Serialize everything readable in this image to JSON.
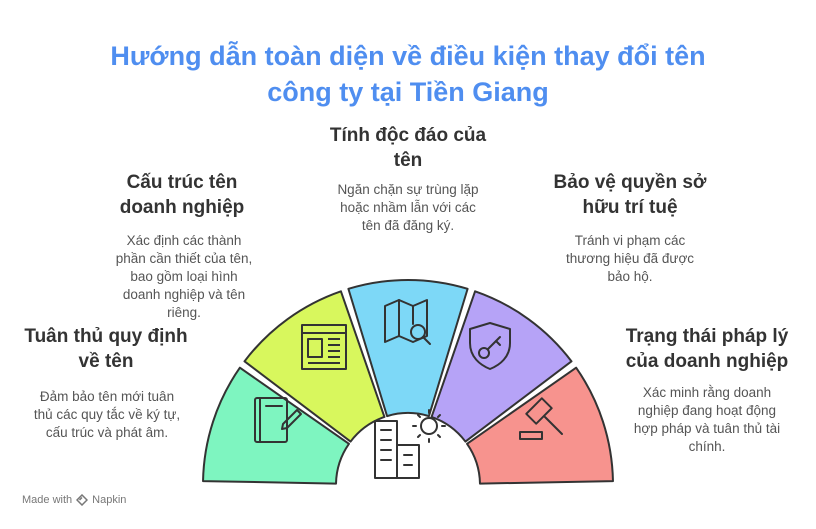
{
  "title_line1": "Hướng dẫn toàn diện về điều kiện thay đổi tên",
  "title_line2": "công ty tại Tiền Giang",
  "items": [
    {
      "head_lines": [
        "Tuân thủ quy định",
        "về tên"
      ],
      "desc_lines": [
        "Đảm bảo tên mới tuân",
        "thủ các quy tắc về ký tự,",
        "cấu trúc và phát âm."
      ],
      "color": "#7ef5c0",
      "icon": "book-pen-icon"
    },
    {
      "head_lines": [
        "Cấu trúc tên",
        "doanh nghiệp"
      ],
      "desc_lines": [
        "Xác định các thành",
        "phần cần thiết của tên,",
        "bao gồm loại hình",
        "doanh nghiệp và tên",
        "riêng."
      ],
      "color": "#d8f75d",
      "icon": "building-window-icon"
    },
    {
      "head_lines": [
        "Tính độc đáo của",
        "tên"
      ],
      "desc_lines": [
        "Ngăn chặn sự trùng lặp",
        "hoặc nhầm lẫn với các",
        "tên đã đăng ký."
      ],
      "color": "#7dd8f7",
      "icon": "map-search-icon"
    },
    {
      "head_lines": [
        "Bảo vệ quyền sở",
        "hữu trí tuệ"
      ],
      "desc_lines": [
        "Tránh vi phạm các",
        "thương hiệu đã được",
        "bảo hộ."
      ],
      "color": "#b6a3f7",
      "icon": "shield-key-icon"
    },
    {
      "head_lines": [
        "Trạng thái pháp lý",
        "của doanh nghiệp"
      ],
      "desc_lines": [
        "Xác minh rằng doanh",
        "nghiệp đang hoạt động",
        "hợp pháp và tuân thủ tài",
        "chính."
      ],
      "color": "#f7938e",
      "icon": "gavel-icon"
    }
  ],
  "center_icon": "city-sun-icon",
  "brand": {
    "made_with": "Made with",
    "name": "Napkin",
    "icon": "napkin-logo-icon"
  }
}
